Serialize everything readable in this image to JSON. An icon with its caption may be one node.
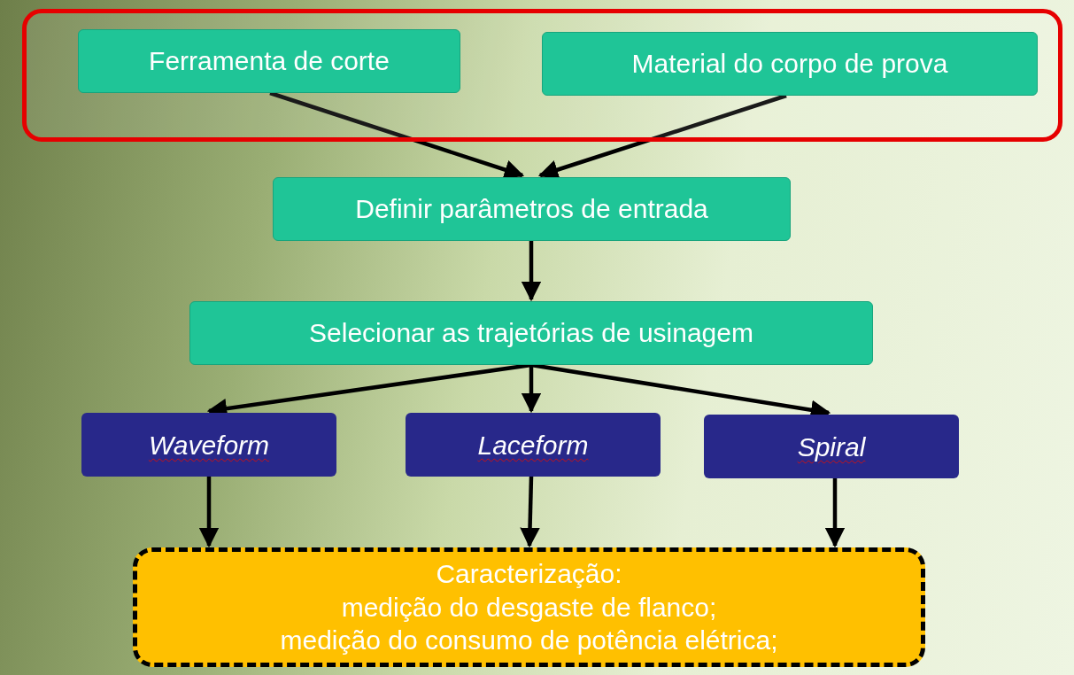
{
  "diagram": {
    "nodes": [
      {
        "text": [],
        "shape": "box"
      },
      {
        "text": [
          "Ferramenta de corte"
        ],
        "in": 0
      },
      {
        "text": [
          "Material do corpo de prova"
        ],
        "in": 0
      },
      {
        "text": [
          "Definir parâmetros de entrada"
        ]
      },
      {
        "text": [
          "Selecionar as trajetórias de usinagem"
        ]
      },
      {
        "text": [
          "Waveform"
        ]
      },
      {
        "text": [
          "Laceform"
        ]
      },
      {
        "text": [
          "Spiral"
        ]
      },
      {
        "text": [
          "Caracterização:",
          "medição do desgaste de flanco;",
          "medição do consumo de potência elétrica;"
        ]
      }
    ],
    "edges": [
      {
        "from": 1,
        "to": 3,
        "arrow": "to"
      },
      {
        "from": 2,
        "to": 3,
        "arrow": "to"
      },
      {
        "from": 3,
        "to": 4,
        "arrow": "to"
      },
      {
        "from": 4,
        "to": 5,
        "arrow": "to"
      },
      {
        "from": 4,
        "to": 6,
        "arrow": "to"
      },
      {
        "from": 4,
        "to": 7,
        "arrow": "to"
      },
      {
        "from": 5,
        "to": 8,
        "arrow": "to"
      },
      {
        "from": 6,
        "to": 8,
        "arrow": "to"
      },
      {
        "from": 7,
        "to": 8,
        "arrow": "to"
      }
    ]
  }
}
